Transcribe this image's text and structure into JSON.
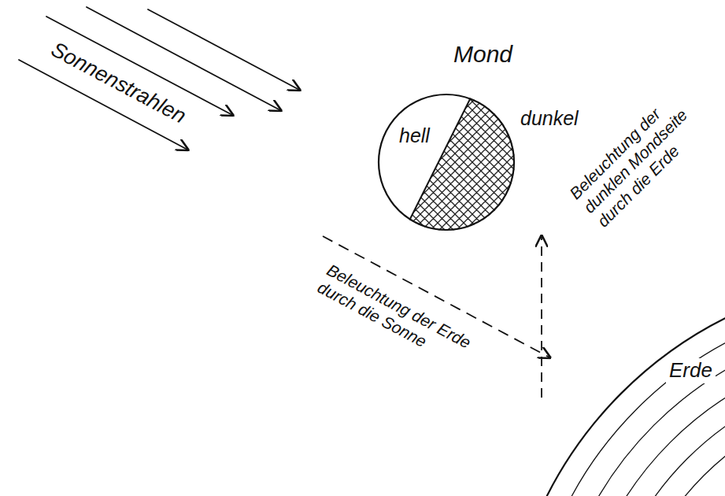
{
  "diagram": {
    "nodes": [
      {
        "text": [
          "Mond",
          "hell",
          "dunkel"
        ]
      },
      {
        "text": [
          "Erde"
        ]
      }
    ],
    "edges": [
      {
        "from": 1,
        "to": 0,
        "arrow": "to",
        "label": "Beleuchtung der dunklen Mondseite durch die Erde"
      }
    ],
    "labels": [
      "Sonnenstrahlen",
      "Beleuchtung der Erde durch die Sonne"
    ]
  }
}
